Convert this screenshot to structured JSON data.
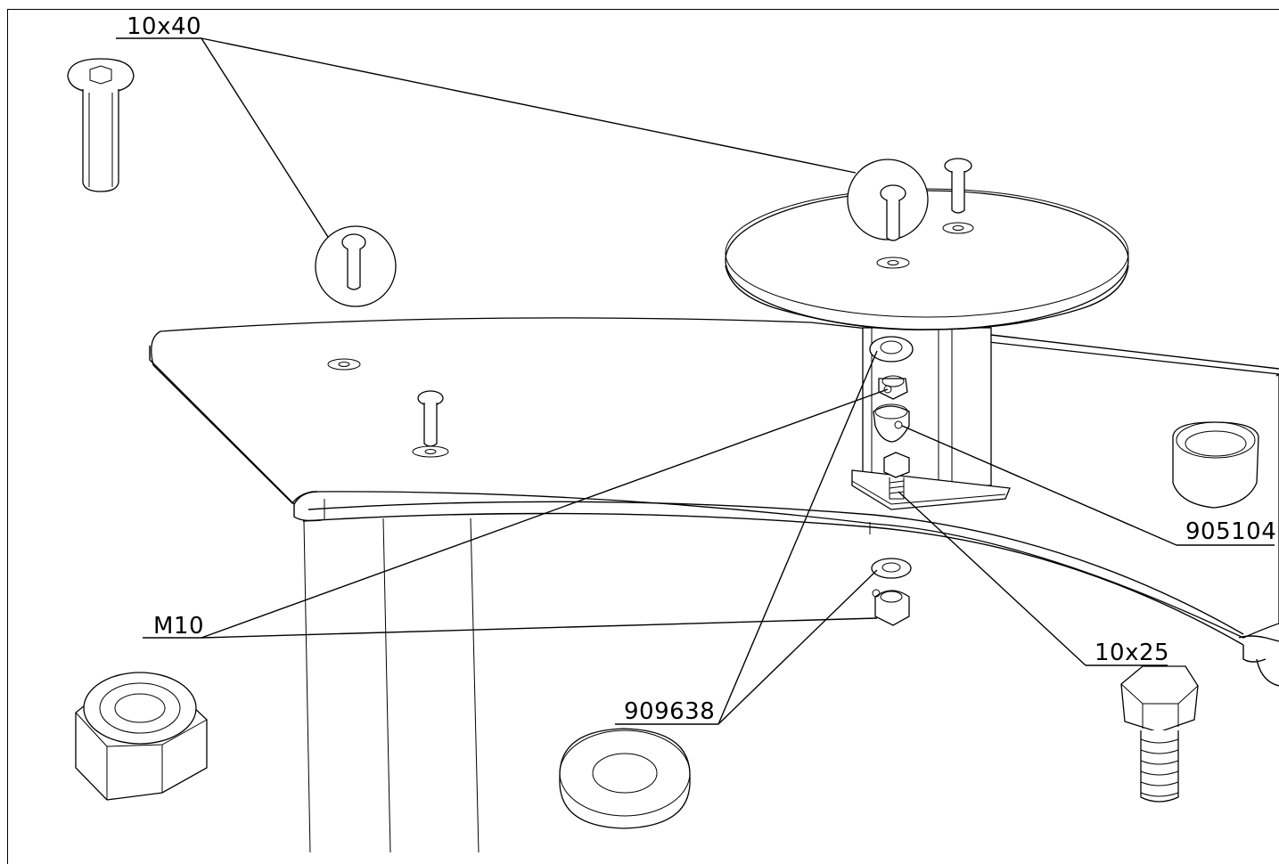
{
  "callouts": {
    "screw_10x40": "10x40",
    "part_905104": "905104",
    "nut_m10": "M10",
    "bolt_10x25": "10x25",
    "washer_909638": "909638"
  }
}
